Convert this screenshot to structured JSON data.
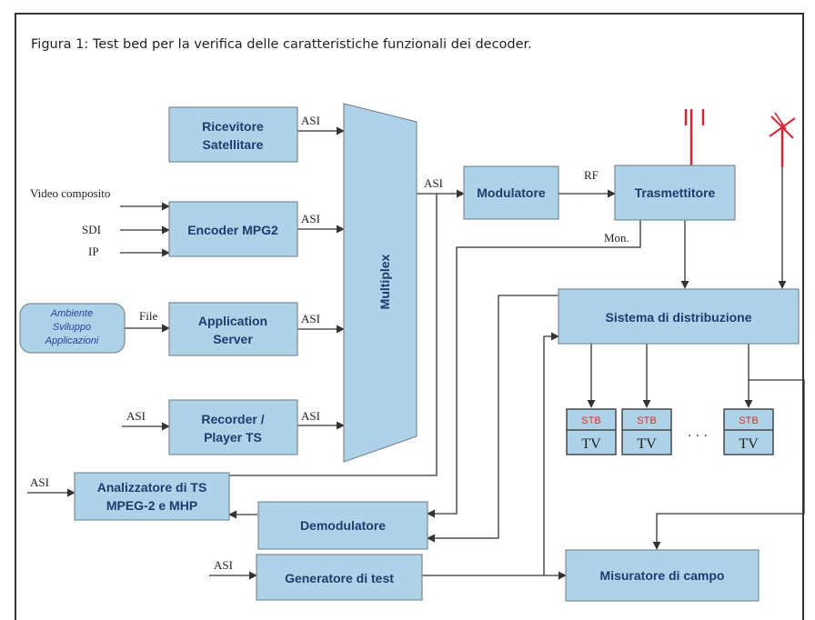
{
  "caption": "Figura 1: Test bed per la verifica delle caratteristiche funzionali dei decoder.",
  "blocks": {
    "ricevitore_l1": "Ricevitore",
    "ricevitore_l2": "Satellitare",
    "encoder": "Encoder MPG2",
    "app_server_l1": "Application",
    "app_server_l2": "Server",
    "recorder_l1": "Recorder /",
    "recorder_l2": "Player TS",
    "multiplex": "Multiplex",
    "modulatore": "Modulatore",
    "trasmettitore": "Trasmettitore",
    "sistema": "Sistema di distribuzione",
    "analizzatore_l1": "Analizzatore di TS",
    "analizzatore_l2": "MPEG-2 e MHP",
    "demodulatore": "Demodulatore",
    "generatore": "Generatore di test",
    "misuratore": "Misuratore di campo",
    "ambiente_l1": "Ambiente",
    "ambiente_l2": "Sviluppo",
    "ambiente_l3": "Applicazioni"
  },
  "signals": {
    "asi": "ASI",
    "rf": "RF",
    "mon": "Mon.",
    "file": "File",
    "video_composito": "Video composito",
    "sdi": "SDI",
    "ip": "IP"
  },
  "receivers": {
    "stb": "STB",
    "tv": "TV",
    "ellipsis": "· · ·"
  },
  "colors": {
    "block_fill": "#aed2e8",
    "block_text": "#1e3c6e",
    "stb_text": "#e0311f",
    "antenna": "#d4283a"
  }
}
